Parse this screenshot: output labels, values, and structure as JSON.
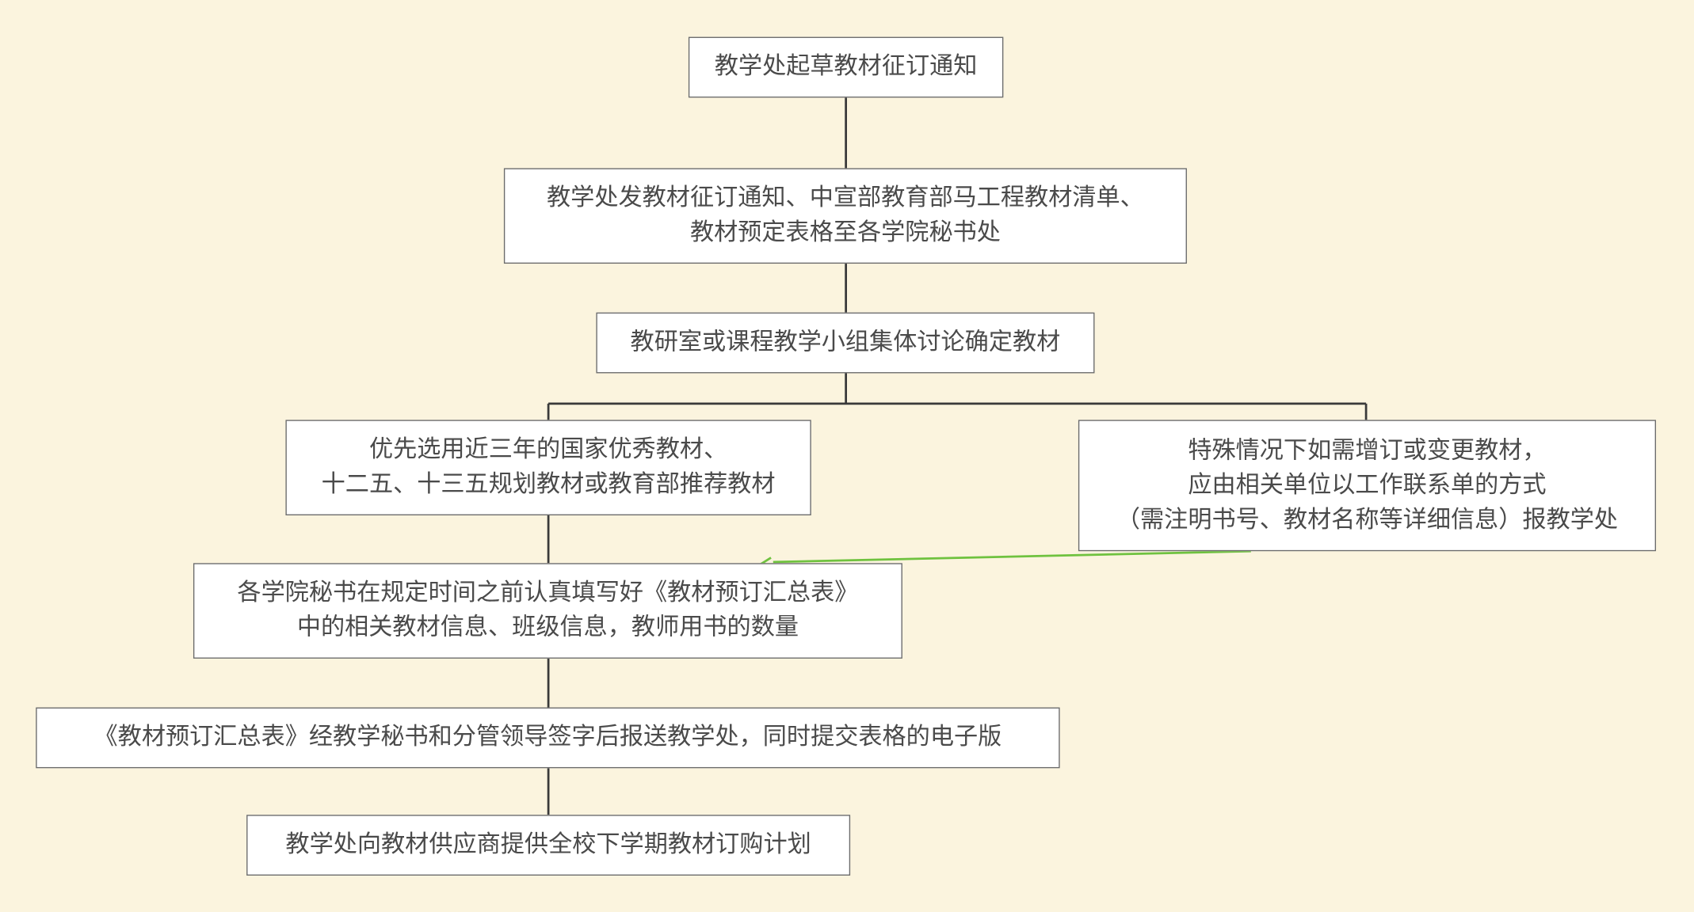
{
  "diagram": {
    "nodes": [
      {
        "id": "n1",
        "lines": [
          "教学处起草教材征订通知"
        ]
      },
      {
        "id": "n2",
        "lines": [
          "教学处发教材征订通知、中宣部教育部马工程教材清单、",
          "教材预定表格至各学院秘书处"
        ]
      },
      {
        "id": "n3",
        "lines": [
          "教研室或课程教学小组集体讨论确定教材"
        ]
      },
      {
        "id": "n4",
        "lines": [
          "优先选用近三年的国家优秀教材、",
          "十二五、十三五规划教材或教育部推荐教材"
        ]
      },
      {
        "id": "n5",
        "lines": [
          "特殊情况下如需增订或变更教材，",
          "应由相关单位以工作联系单的方式",
          "（需注明书号、教材名称等详细信息）报教学处"
        ]
      },
      {
        "id": "n6",
        "lines": [
          "各学院秘书在规定时间之前认真填写好《教材预订汇总表》",
          "中的相关教材信息、班级信息，教师用书的数量"
        ]
      },
      {
        "id": "n7",
        "lines": [
          "《教材预订汇总表》经教学秘书和分管领导签字后报送教学处，同时提交表格的电子版"
        ]
      },
      {
        "id": "n8",
        "lines": [
          "教学处向教材供应商提供全校下学期教材订购计划"
        ]
      }
    ],
    "edges": [
      {
        "from": "n1",
        "to": "n2"
      },
      {
        "from": "n2",
        "to": "n3"
      },
      {
        "from": "n3",
        "to": "n4"
      },
      {
        "from": "n3",
        "to": "n5"
      },
      {
        "from": "n4",
        "to": "n6"
      },
      {
        "from": "n5",
        "to": "n6",
        "style": "green-arrow"
      },
      {
        "from": "n6",
        "to": "n7"
      },
      {
        "from": "n7",
        "to": "n8"
      }
    ],
    "colors": {
      "background": "#fbf4de",
      "node_fill": "#ffffff",
      "node_border": "#6b6b6b",
      "text": "#4a4a4a",
      "connector": "#3a3a3a",
      "arrow": "#6fc23f"
    }
  }
}
